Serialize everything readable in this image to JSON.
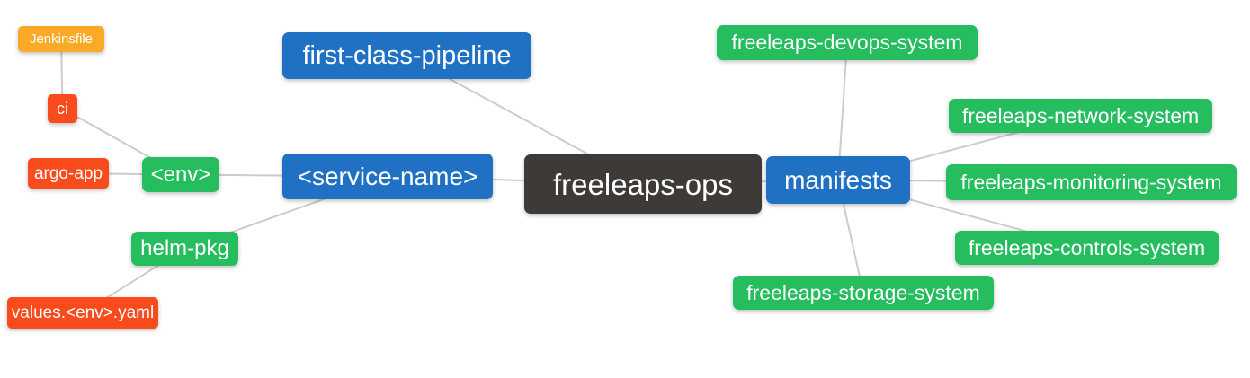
{
  "diagram": {
    "type": "mindmap",
    "root_label": "freeleaps-ops"
  },
  "palette": {
    "blue": "#2071c3",
    "green": "#26bd5e",
    "red": "#fa4b1d",
    "orange": "#fbaa28",
    "dark": "#3d3a37",
    "edge": "#cccccc",
    "background": "#ffffff",
    "text": "#ffffff"
  },
  "nodes": [
    {
      "id": "jenkinsfile",
      "label": "Jenkinsfile",
      "color": "orange"
    },
    {
      "id": "ci",
      "label": "ci",
      "color": "red"
    },
    {
      "id": "argo-app",
      "label": "argo-app",
      "color": "red"
    },
    {
      "id": "env",
      "label": "<env>",
      "color": "green"
    },
    {
      "id": "helm-pkg",
      "label": "helm-pkg",
      "color": "green"
    },
    {
      "id": "values-yaml",
      "label": "values.<env>.yaml",
      "color": "red"
    },
    {
      "id": "pipeline",
      "label": "first-class-pipeline",
      "color": "blue"
    },
    {
      "id": "service",
      "label": "<service-name>",
      "color": "blue"
    },
    {
      "id": "ops",
      "label": "freeleaps-ops",
      "color": "dark"
    },
    {
      "id": "manifests",
      "label": "manifests",
      "color": "blue"
    },
    {
      "id": "devops",
      "label": "freeleaps-devops-system",
      "color": "green"
    },
    {
      "id": "network",
      "label": "freeleaps-network-system",
      "color": "green"
    },
    {
      "id": "monitoring",
      "label": "freeleaps-monitoring-system",
      "color": "green"
    },
    {
      "id": "controls",
      "label": "freeleaps-controls-system",
      "color": "green"
    },
    {
      "id": "storage",
      "label": "freeleaps-storage-system",
      "color": "green"
    }
  ],
  "edges": [
    {
      "from": "jenkinsfile",
      "to": "ci"
    },
    {
      "from": "ci",
      "to": "env"
    },
    {
      "from": "argo-app",
      "to": "env"
    },
    {
      "from": "env",
      "to": "service"
    },
    {
      "from": "helm-pkg",
      "to": "service"
    },
    {
      "from": "values-yaml",
      "to": "helm-pkg"
    },
    {
      "from": "pipeline",
      "to": "ops"
    },
    {
      "from": "service",
      "to": "ops"
    },
    {
      "from": "ops",
      "to": "manifests"
    },
    {
      "from": "manifests",
      "to": "devops"
    },
    {
      "from": "manifests",
      "to": "network"
    },
    {
      "from": "manifests",
      "to": "monitoring"
    },
    {
      "from": "manifests",
      "to": "controls"
    },
    {
      "from": "manifests",
      "to": "storage"
    }
  ]
}
